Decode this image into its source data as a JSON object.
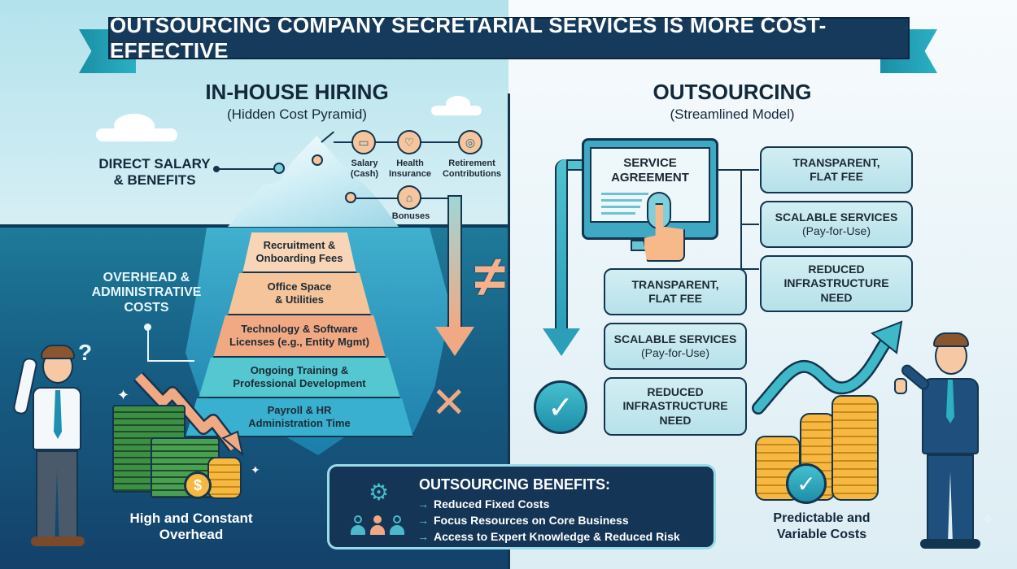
{
  "title": "OUTSOURCING COMPANY SECRETARIAL SERVICES IS MORE COST-EFFECTIVE",
  "in_house": {
    "heading": "IN-HOUSE HIRING",
    "subheading": "(Hidden Cost Pyramid)",
    "direct_label_1": "DIRECT SALARY",
    "direct_label_2": "& BENEFITS",
    "tip_icons": [
      {
        "icon": "cash-icon",
        "label_1": "Salary",
        "label_2": "(Cash)"
      },
      {
        "icon": "heart-plus-icon",
        "label_1": "Health",
        "label_2": "Insurance"
      },
      {
        "icon": "hand-coin-icon",
        "label_1": "Retirement",
        "label_2": "Contributions"
      },
      {
        "icon": "gift-icon",
        "label_1": "Bonuses",
        "label_2": ""
      }
    ],
    "overhead_label_1": "OVERHEAD &",
    "overhead_label_2": "ADMINISTRATIVE",
    "overhead_label_3": "COSTS",
    "pyramid_tiers": [
      {
        "line1": "Recruitment &",
        "line2": "Onboarding Fees",
        "color": "#f9d5b8"
      },
      {
        "line1": "Office Space",
        "line2": "& Utilities",
        "color": "#f6c49a"
      },
      {
        "line1": "Technology & Software",
        "line2": "Licenses (e.g., Entity Mgmt)",
        "color": "#f1a983"
      },
      {
        "line1": "Ongoing Training &",
        "line2": "Professional Development",
        "color": "#54c7d0"
      },
      {
        "line1": "Payroll & HR",
        "line2": "Administration Time",
        "color": "#3ab0d0"
      }
    ],
    "caption_1": "High and Constant",
    "caption_2": "Overhead",
    "confused_mark": "?"
  },
  "comparison_symbol": "≠",
  "outsourcing": {
    "heading": "OUTSOURCING",
    "subheading": "(Streamlined Model)",
    "monitor_title_1": "SERVICE",
    "monitor_title_2": "AGREEMENT",
    "right_boxes": [
      {
        "line1": "TRANSPARENT,",
        "line2": "FLAT FEE"
      },
      {
        "line1": "SCALABLE SERVICES",
        "line2": "(Pay-for-Use)"
      },
      {
        "line1": "REDUCED",
        "line2": "INFRASTRUCTURE",
        "line3": "NEED"
      }
    ],
    "center_boxes": [
      {
        "line1": "TRANSPARENT,",
        "line2": "FLAT FEE"
      },
      {
        "line1": "SCALABLE SERVICES",
        "line2": "(Pay-for-Use)"
      },
      {
        "line1": "REDUCED",
        "line2": "INFRASTRUCTURE",
        "line3": "NEED"
      }
    ],
    "caption_1": "Predictable and",
    "caption_2": "Variable Costs"
  },
  "benefits": {
    "title": "OUTSOURCING BENEFITS:",
    "items": [
      "Reduced Fixed Costs",
      "Focus Resources on Core Business",
      "Access to Expert Knowledge & Reduced Risk"
    ],
    "arrow": "→"
  },
  "colors": {
    "navy": "#153a5c",
    "teal": "#2bb0c4",
    "peach": "#f6c49a",
    "sea": "#175e84"
  }
}
